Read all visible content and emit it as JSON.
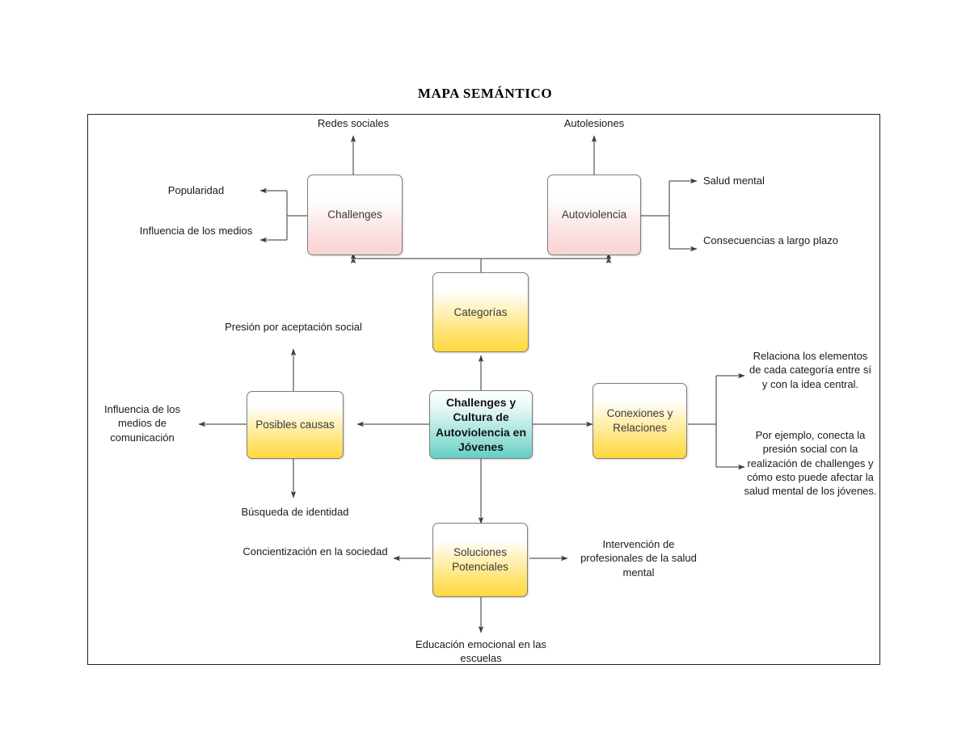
{
  "document": {
    "title": "MAPA SEMÁNTICO"
  },
  "diagram": {
    "type": "semantic-map",
    "central_node": {
      "label": "Challenges y Cultura de Autoviolencia en Jóvenes",
      "color": "#63cfc4"
    },
    "branches": [
      {
        "label": "Categorías",
        "color": "#ffd83d",
        "children": [
          {
            "label": "Challenges",
            "color": "#f9d3d3",
            "children": [
              {
                "label": "Redes sociales"
              },
              {
                "label": "Popularidad"
              },
              {
                "label": "Influencia de los medios"
              }
            ]
          },
          {
            "label": "Autoviolencia",
            "color": "#f9d3d3",
            "children": [
              {
                "label": "Autolesiones"
              },
              {
                "label": "Salud mental"
              },
              {
                "label": "Consecuencias a largo plazo"
              }
            ]
          }
        ]
      },
      {
        "label": "Posibles causas",
        "color": "#ffd83d",
        "children": [
          {
            "label": "Presión por aceptación social"
          },
          {
            "label": "Influencia de los medios de comunicación"
          },
          {
            "label": "Búsqueda de identidad"
          }
        ]
      },
      {
        "label": "Conexiones y Relaciones",
        "color": "#ffd83d",
        "children": [
          {
            "label": "Relaciona los elementos de cada categoría entre sí y con la idea central."
          },
          {
            "label": "Por ejemplo, conecta la presión social con la realización de challenges y cómo esto puede afectar la salud mental de los jóvenes."
          }
        ]
      },
      {
        "label": "Soluciones Potenciales",
        "color": "#ffd83d",
        "children": [
          {
            "label": "Concientización en la sociedad"
          },
          {
            "label": "Intervención de profesionales de la salud mental"
          },
          {
            "label": "Educación emocional en las escuelas"
          }
        ]
      }
    ]
  },
  "nodes": {
    "categorias": "Categorías",
    "challenges": "Challenges",
    "autoviolencia": "Autoviolencia",
    "central": "Challenges y Cultura de Autoviolencia en Jóvenes",
    "posibles_causas": "Posibles causas",
    "conexiones_relaciones": "Conexiones y Relaciones",
    "soluciones_potenciales": "Soluciones Potenciales"
  },
  "leaves": {
    "redes_sociales": "Redes sociales",
    "autolesiones": "Autolesiones",
    "popularidad": "Popularidad",
    "influencia_medios": "Influencia de los medios",
    "salud_mental": "Salud mental",
    "consecuencias_largo_plazo": "Consecuencias a largo plazo",
    "presion_aceptacion": "Presión por aceptación social",
    "influencia_medios_comunicacion": "Influencia de los medios de comunicación",
    "busqueda_identidad": "Búsqueda de identidad",
    "relaciona_elementos": "Relaciona los elementos de cada categoría entre sí y con la idea central.",
    "por_ejemplo": "Por ejemplo, conecta la presión social con la realización de challenges y cómo esto puede afectar la salud mental de los jóvenes.",
    "concientizacion": "Concientización en la sociedad",
    "intervencion_profesionales": "Intervención de profesionales de la salud mental",
    "educacion_emocional": "Educación emocional en las escuelas"
  }
}
